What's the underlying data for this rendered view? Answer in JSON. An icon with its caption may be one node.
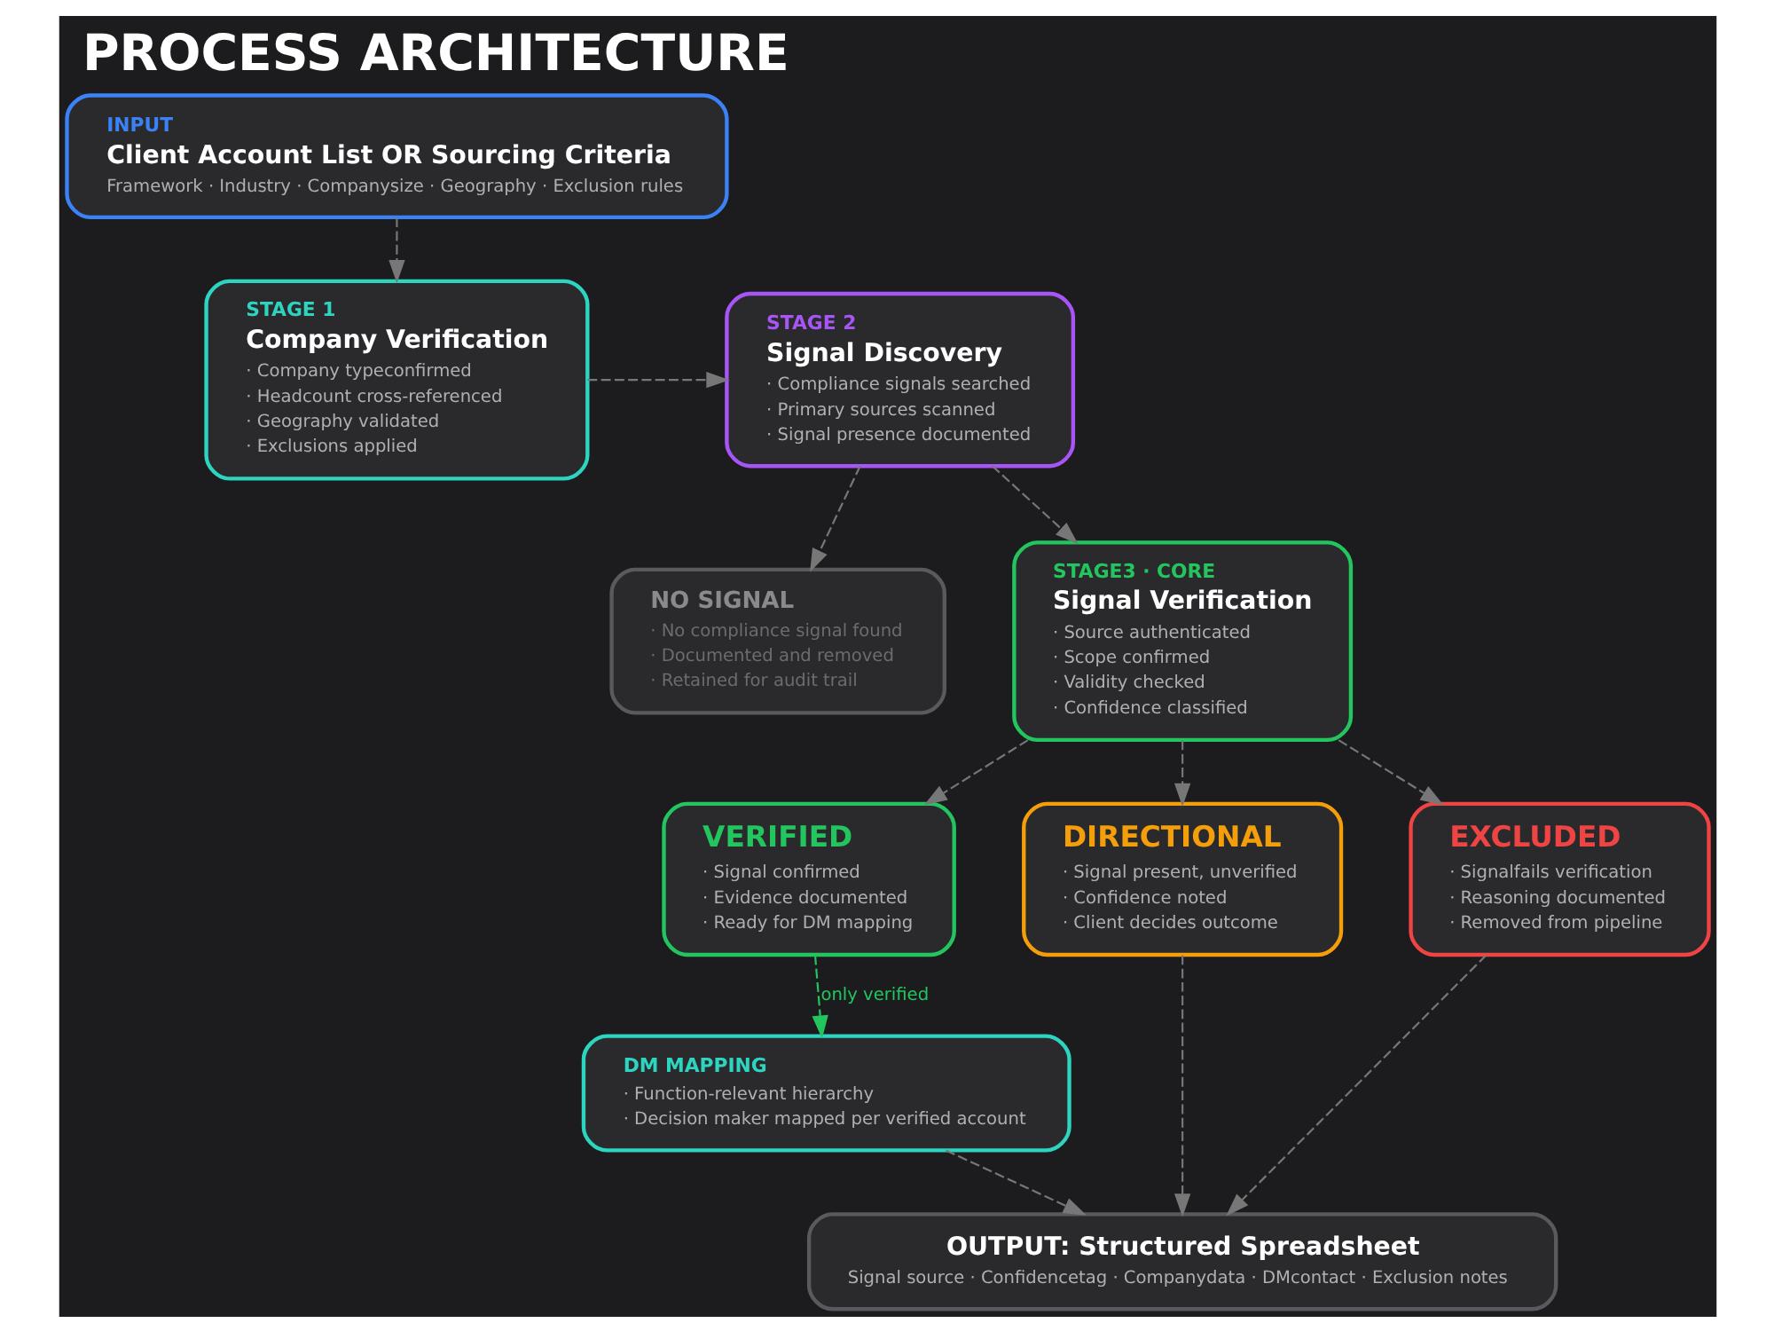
{
  "diagram": {
    "title": "PROCESS ARCHITECTURE",
    "nodes": [
      {
        "text": [
          "INPUT",
          "Client Account List OR Sourcing Criteria",
          "Framework · Industry · Companysize · Geography · Exclusion rules"
        ]
      },
      {
        "text": [
          "STAGE 1",
          "Company Verification",
          "· Company typeconfirmed",
          "· Headcount cross-referenced",
          "· Geography validated",
          "· Exclusions applied"
        ]
      },
      {
        "text": [
          "STAGE 2",
          "Signal Discovery",
          "· Compliance signals searched",
          "· Primary sources scanned",
          "· Signal presence documented"
        ]
      },
      {
        "text": [
          "NO SIGNAL",
          "· No compliance signal found",
          "· Documented and removed",
          "· Retained for audit trail"
        ]
      },
      {
        "text": [
          "STAGE3 · CORE",
          "Signal Verification",
          "· Source authenticated",
          "· Scope confirmed",
          "· Validity checked",
          "· Confidence classified"
        ]
      },
      {
        "text": [
          "VERIFIED",
          "· Signal confirmed",
          "· Evidence documented",
          "· Ready for DM mapping"
        ]
      },
      {
        "text": [
          "DIRECTIONAL",
          "· Signal present, unverified",
          "· Confidence noted",
          "· Client decides outcome"
        ]
      },
      {
        "text": [
          "EXCLUDED",
          "· Signalfails verification",
          "· Reasoning documented",
          "· Removed from pipeline"
        ]
      },
      {
        "text": [
          "DM MAPPING",
          "· Function-relevant hierarchy",
          "· Decision maker mapped per verified account"
        ]
      },
      {
        "text": [
          "OUTPUT: Structured Spreadsheet",
          "Signal source · Confidencetag · Companydata · DMcontact · Exclusion notes"
        ]
      }
    ],
    "edges": [
      {
        "from": 0,
        "to": 1,
        "arrow": "to",
        "style": "dashed"
      },
      {
        "from": 1,
        "to": 2,
        "arrow": "to",
        "style": "dashed"
      },
      {
        "from": 2,
        "to": 3,
        "arrow": "to",
        "style": "dashed"
      },
      {
        "from": 2,
        "to": 4,
        "arrow": "to",
        "style": "dashed"
      },
      {
        "from": 4,
        "to": 5,
        "arrow": "to",
        "style": "dashed"
      },
      {
        "from": 4,
        "to": 6,
        "arrow": "to",
        "style": "dashed"
      },
      {
        "from": 4,
        "to": 7,
        "arrow": "to",
        "style": "dashed"
      },
      {
        "from": 5,
        "to": 8,
        "arrow": "to",
        "style": "dashed",
        "color": "#22c55e",
        "label": "only verified"
      },
      {
        "from": 8,
        "to": 9,
        "arrow": "to",
        "style": "dashed"
      },
      {
        "from": 6,
        "to": 9,
        "arrow": "to",
        "style": "dashed"
      },
      {
        "from": 7,
        "to": 9,
        "arrow": "to",
        "style": "dashed"
      }
    ]
  }
}
